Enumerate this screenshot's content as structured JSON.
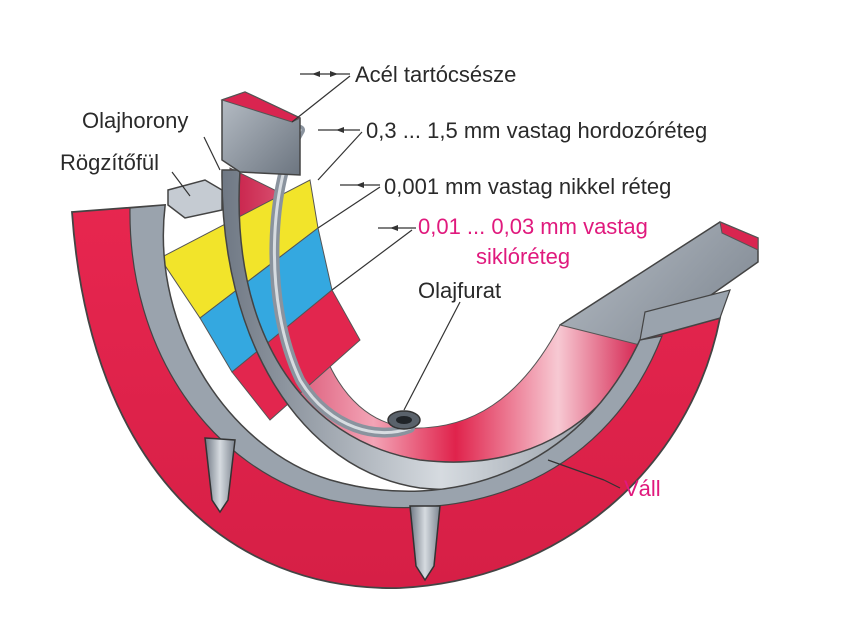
{
  "diagram": {
    "labels": {
      "steel_shell": "Acél tartócsésze",
      "carrier_layer": "0,3 ... 1,5 mm vastag hordozóréteg",
      "nickel_layer": "0,001 mm vastag nikkel réteg",
      "sliding_layer_line1": "0,01 ... 0,03 mm vastag",
      "sliding_layer_line2": "siklóréteg",
      "oil_groove": "Olajhorony",
      "locking_lug": "Rögzítőfül",
      "oil_hole": "Olajfurat",
      "shoulder": "Váll"
    },
    "colors": {
      "text": "#2a2a2a",
      "highlight_text": "#e0197d",
      "steel": "#9aa3ad",
      "carrier": "#f2e42a",
      "nickel": "#34a8e0",
      "sliding": "#e2264e",
      "shoulder": "#e0234c"
    }
  }
}
